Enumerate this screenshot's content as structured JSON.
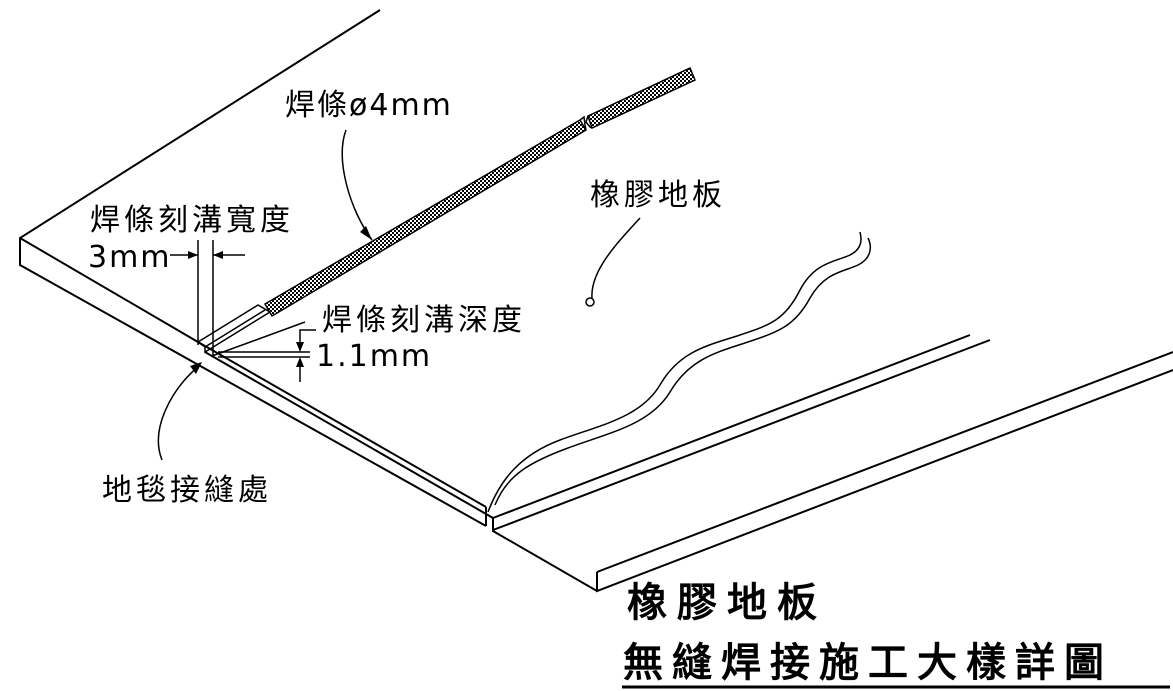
{
  "labels": {
    "rod": "焊條ø4mm",
    "flooring": "橡膠地板",
    "groove_width": "焊條刻溝寬度",
    "groove_width_value": "3mm",
    "groove_depth": "焊條刻溝深度",
    "groove_depth_value": "1.1mm",
    "seam": "地毯接縫處"
  },
  "title": {
    "line1": "橡膠地板",
    "line2": "無縫焊接施工大樣詳圖"
  },
  "colors": {
    "line": "#000000",
    "background": "#ffffff"
  }
}
